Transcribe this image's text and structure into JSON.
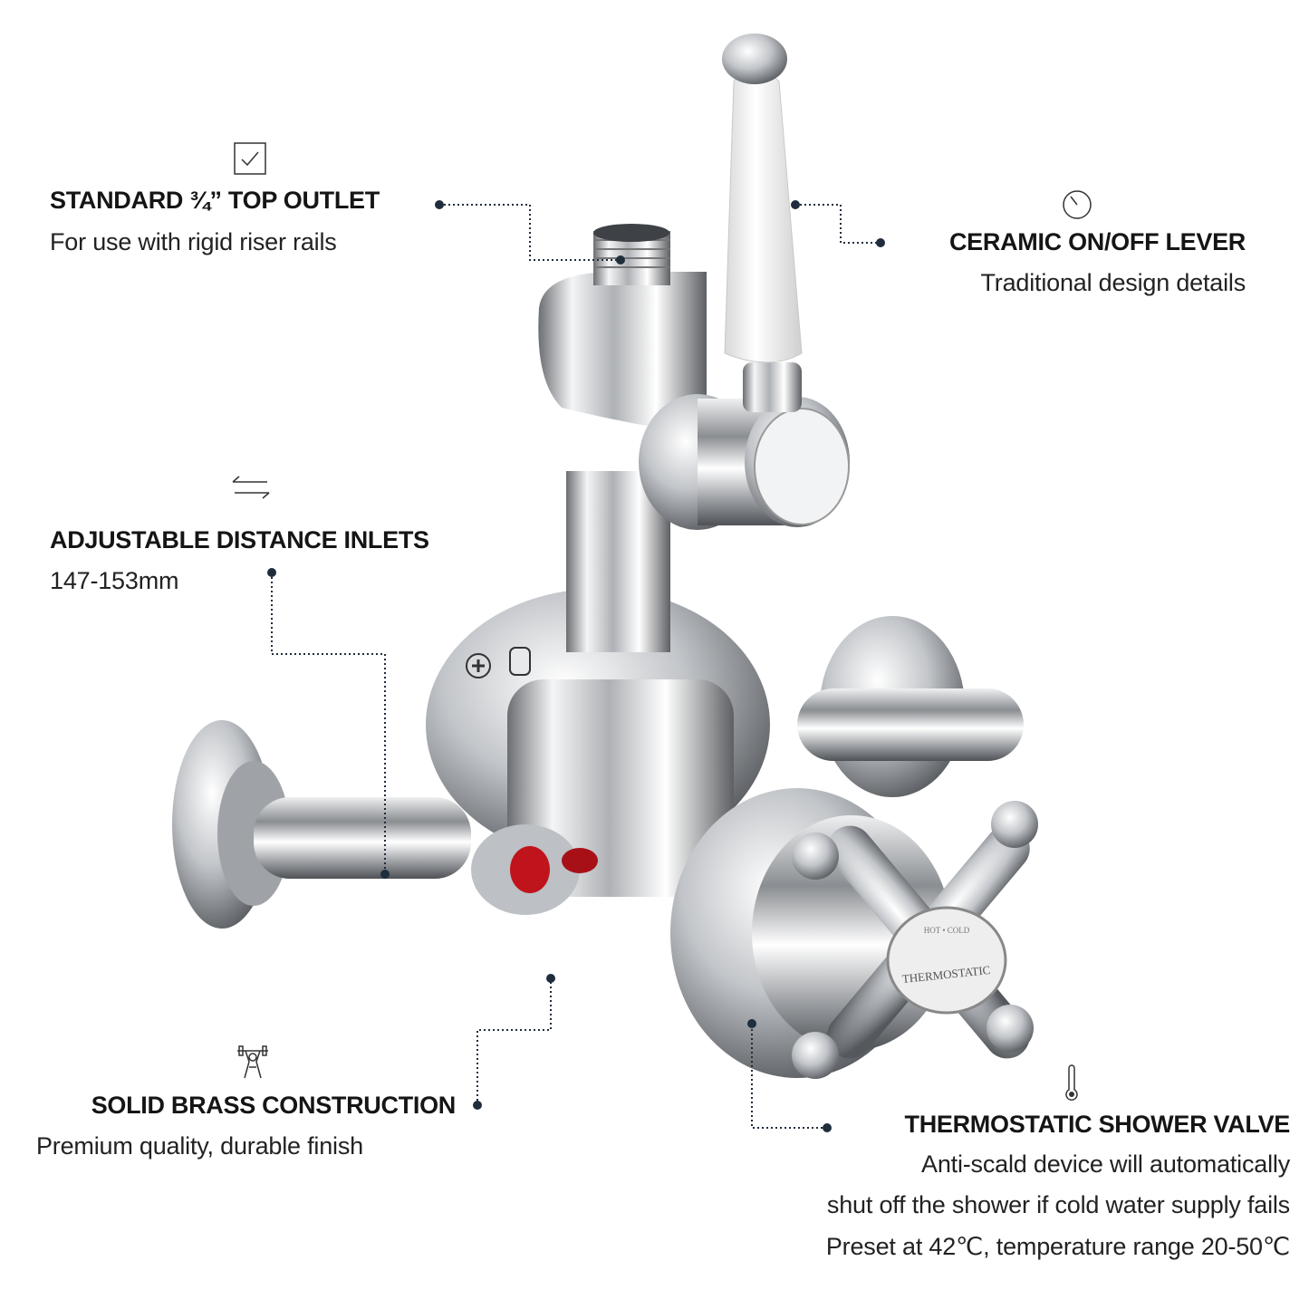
{
  "features": [
    {
      "icon": "checkbox-icon",
      "title": "STANDARD ¾” TOP OUTLET",
      "lines": [
        "For use with rigid riser rails"
      ]
    },
    {
      "icon": "clock-icon",
      "title": "CERAMIC ON/OFF LEVER",
      "lines": [
        "Traditional design details"
      ]
    },
    {
      "icon": "arrows-icon",
      "title": "ADJUSTABLE DISTANCE INLETS",
      "lines": [
        "147-153mm"
      ]
    },
    {
      "icon": "weight-icon",
      "title": "SOLID BRASS CONSTRUCTION",
      "lines": [
        "Premium quality, durable finish"
      ]
    },
    {
      "icon": "thermometer-icon",
      "title": "THERMOSTATIC SHOWER VALVE",
      "lines": [
        "Anti-scald device will automatically",
        "shut off the shower if cold water supply fails",
        "Preset at 42℃, temperature range 20-50℃"
      ]
    }
  ],
  "product": {
    "dial_label": "THERMOSTATIC",
    "dial_hot": "HOT",
    "dial_cold": "COLD"
  },
  "colors": {
    "text": "#151515",
    "leader": "#1f2d3d",
    "chrome": "#c9ccd0",
    "hot_marker": "#c0141c"
  }
}
